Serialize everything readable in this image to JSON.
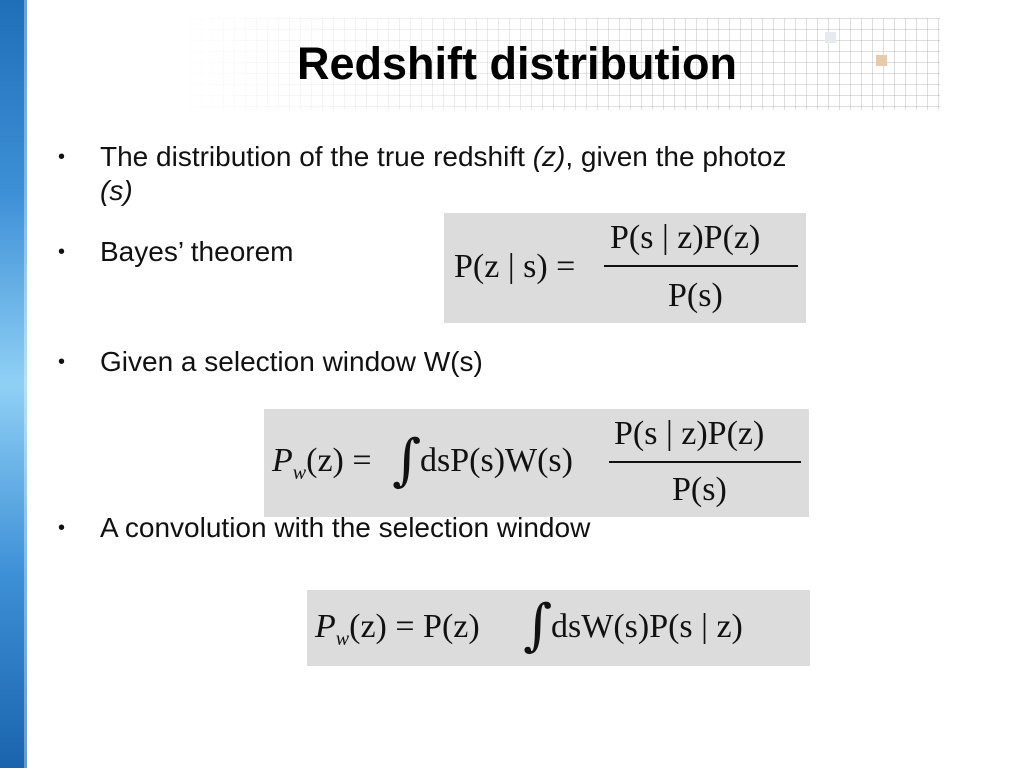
{
  "slide": {
    "title": "Redshift distribution",
    "bullets": [
      {
        "pre": "The distribution of the true redshift ",
        "it1": "(z)",
        "mid": ", given the photoz",
        "it2": "(s)"
      },
      {
        "text": "Bayes’ theorem"
      },
      {
        "text": "Given a selection window W(s)"
      },
      {
        "text": "A convolution with the selection window"
      }
    ],
    "bullet_glyph": "•"
  },
  "equations": {
    "bayes": {
      "lhs": "P(z | s) =",
      "numerator": "P(s | z)P(z)",
      "denominator": "P(s)"
    },
    "windowed": {
      "lhs_P": "P",
      "lhs_sub": "w",
      "lhs_rest": "(z) =",
      "integral": "∫",
      "integrand": "dsP(s)W(s)",
      "numerator": "P(s | z)P(z)",
      "denominator": "P(s)"
    },
    "convolution": {
      "lhs_P": "P",
      "lhs_sub": "w",
      "lhs_rest": "(z) = P(z)",
      "integral": "∫",
      "integrand": "dsW(s)P(s | z)"
    }
  },
  "colors": {
    "sidebar_accent": "#2b7cc8",
    "equation_background": "#dcdcdc"
  }
}
